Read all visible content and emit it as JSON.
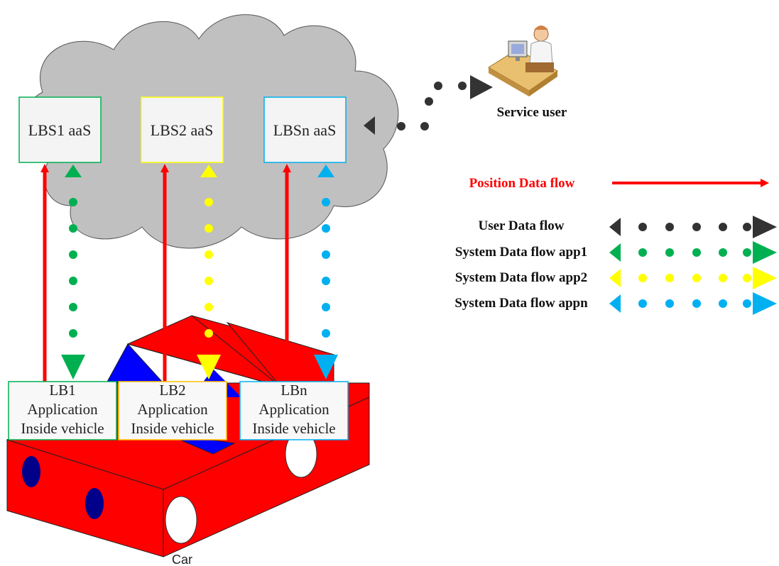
{
  "cloud_services": [
    {
      "label": "LBS1 aaS",
      "color": "#00b050"
    },
    {
      "label": "LBS2 aaS",
      "color": "#ffff00"
    },
    {
      "label": "LBSn aaS",
      "color": "#00b0f0"
    }
  ],
  "vehicle_apps": [
    {
      "line1": "LB1",
      "line2": "Application",
      "line3": "Inside vehicle",
      "color": "#00b050"
    },
    {
      "line1": "LB2",
      "line2": "Application",
      "line3": "Inside vehicle",
      "color": "#ffff00"
    },
    {
      "line1": "LBn",
      "line2": "Application",
      "line3": "Inside vehicle",
      "color": "#00b0f0"
    }
  ],
  "service_user": {
    "label": "Service user"
  },
  "car": {
    "label": "Car",
    "body_color": "#ff0000",
    "window_color": "#0000ff"
  },
  "legend": {
    "position": {
      "label": "Position Data flow",
      "color": "#ff0000"
    },
    "flows": [
      {
        "label": "User Data flow",
        "color": "#333333"
      },
      {
        "label": "System Data flow app1",
        "color": "#00b050"
      },
      {
        "label": "System Data flow app2",
        "color": "#ffff00"
      },
      {
        "label": "System Data flow appn",
        "color": "#00b0f0"
      }
    ]
  },
  "colors": {
    "cloud": "#c0c0c0",
    "position_arrow": "#ff0000"
  }
}
